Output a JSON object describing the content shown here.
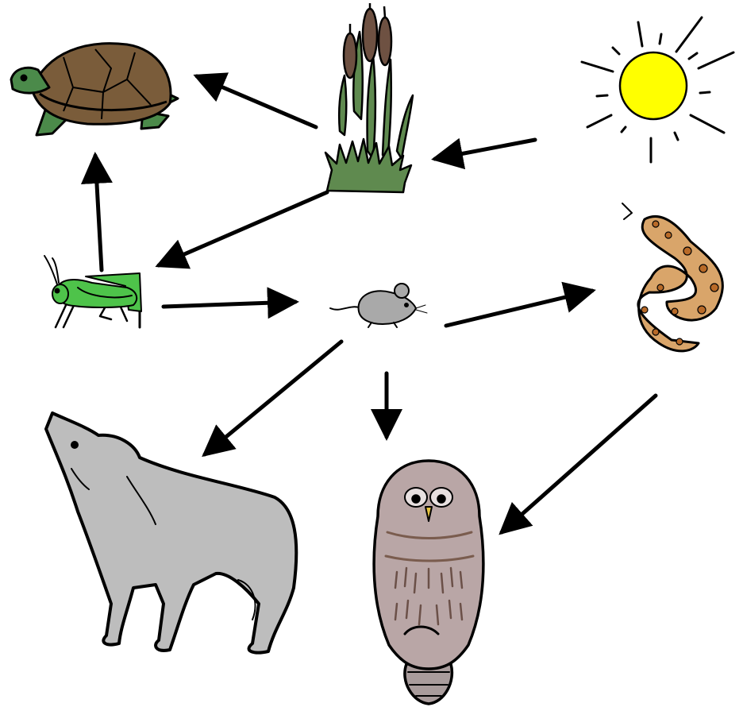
{
  "diagram": {
    "type": "food-web",
    "organisms": [
      {
        "id": "sun",
        "icon": "sun-icon",
        "color": "#ffff00"
      },
      {
        "id": "cattail",
        "icon": "cattail-plant-icon",
        "color": "#5f8a4f"
      },
      {
        "id": "turtle",
        "icon": "turtle-icon",
        "color": "#7a5c3a"
      },
      {
        "id": "grasshopper",
        "icon": "grasshopper-icon",
        "color": "#4ec34a"
      },
      {
        "id": "mouse",
        "icon": "mouse-icon",
        "color": "#a9a9a9"
      },
      {
        "id": "snake",
        "icon": "snake-icon",
        "color": "#d9a56a"
      },
      {
        "id": "wolf",
        "icon": "wolf-icon",
        "color": "#bdbdbd"
      },
      {
        "id": "owl",
        "icon": "owl-icon",
        "color": "#b9a6a6"
      }
    ],
    "energy_flow": [
      {
        "from": "sun",
        "to": "cattail"
      },
      {
        "from": "cattail",
        "to": "turtle"
      },
      {
        "from": "cattail",
        "to": "grasshopper"
      },
      {
        "from": "grasshopper",
        "to": "turtle"
      },
      {
        "from": "grasshopper",
        "to": "mouse"
      },
      {
        "from": "mouse",
        "to": "snake"
      },
      {
        "from": "mouse",
        "to": "wolf"
      },
      {
        "from": "mouse",
        "to": "owl"
      },
      {
        "from": "snake",
        "to": "owl"
      }
    ],
    "arrow_color": "#000000"
  }
}
